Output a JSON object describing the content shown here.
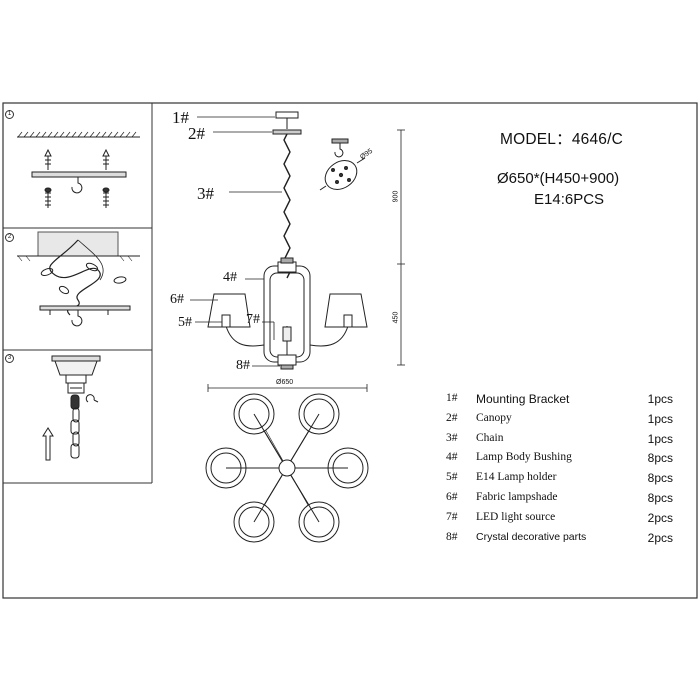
{
  "header": {
    "model_label": "MODEL：4646/C",
    "spec_size": "Ø650*(H450+900)",
    "spec_bulbs": "E14:6PCS"
  },
  "dimensions": {
    "ceiling_plate": "Ø95",
    "height_upper": "900",
    "height_lower": "450",
    "diameter": "Ø650"
  },
  "callouts": {
    "c1": "1#",
    "c2": "2#",
    "c3": "3#",
    "c4": "4#",
    "c5": "5#",
    "c6": "6#",
    "c7": "7#",
    "c8": "8#"
  },
  "steps": {
    "s1": "1",
    "s2": "2",
    "s3": "3"
  },
  "parts": [
    {
      "num": "1#",
      "name": "Mounting Bracket",
      "qty": "1pcs"
    },
    {
      "num": "2#",
      "name": "Canopy",
      "qty": "1pcs"
    },
    {
      "num": "3#",
      "name": "Chain",
      "qty": "1pcs"
    },
    {
      "num": "4#",
      "name": "Lamp Body Bushing",
      "qty": "8pcs"
    },
    {
      "num": "5#",
      "name": "E14 Lamp holder",
      "qty": "8pcs"
    },
    {
      "num": "6#",
      "name": "Fabric lampshade",
      "qty": "8pcs"
    },
    {
      "num": "7#",
      "name": "LED light source",
      "qty": "2pcs"
    },
    {
      "num": "8#",
      "name": "Crystal decorative parts",
      "qty": "2pcs"
    }
  ]
}
